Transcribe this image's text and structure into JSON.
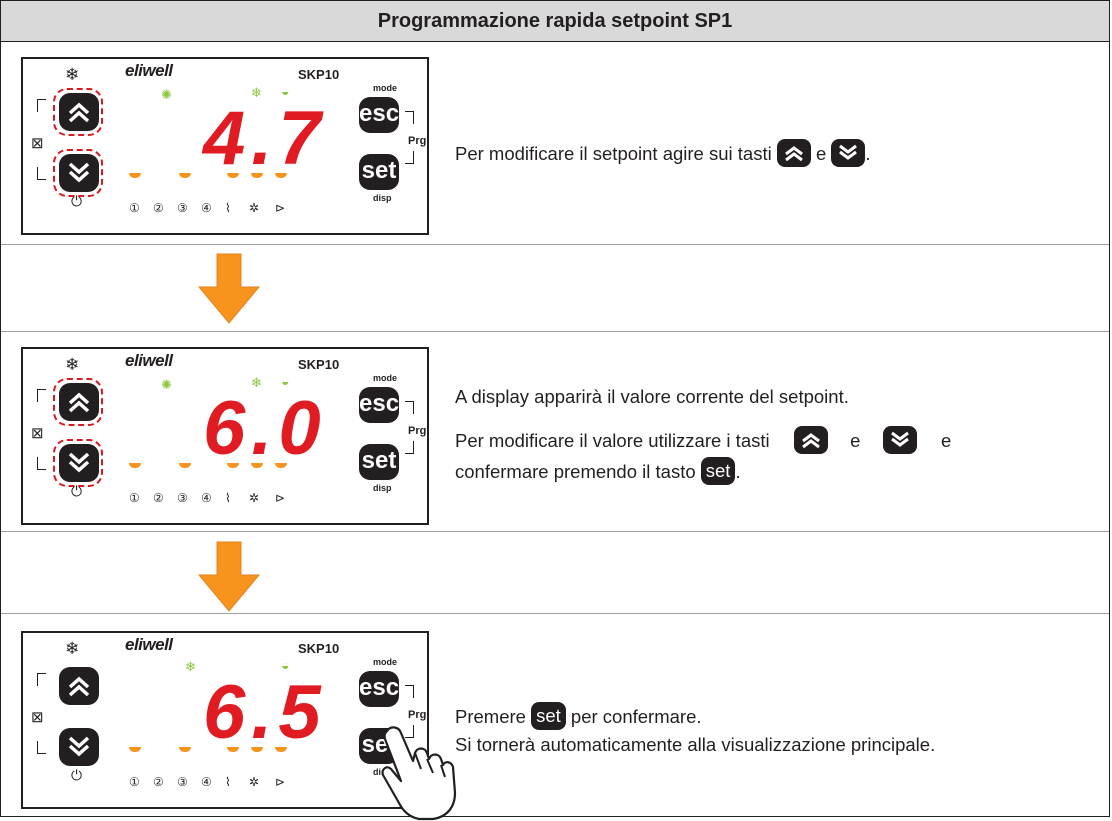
{
  "title": "Programmazione rapida setpoint SP1",
  "device": {
    "brand": "eliwell",
    "model": "SKP10",
    "mode_label": "mode",
    "prg_label": "Prg",
    "disp_label": "disp",
    "esc_label": "esc",
    "set_label": "set",
    "bottom_icons": [
      "①",
      "②",
      "③",
      "④",
      "⌇",
      "✲",
      "⊳"
    ]
  },
  "steps": [
    {
      "display_value": "4.7",
      "text": [
        "Per modificare il setpoint agire sui tasti",
        "e",
        "."
      ]
    },
    {
      "display_value": "6.0",
      "text": [
        "A display apparirà il valore corrente del setpoint.",
        "Per modificare il valore utilizzare i tasti",
        "e",
        "e",
        "confermare premendo il tasto",
        "set",
        "."
      ]
    },
    {
      "display_value": "6.5",
      "text": [
        "Premere",
        "set",
        "per confermare.",
        "Si tornerà automaticamente alla visualizzazione principale."
      ]
    }
  ],
  "colors": {
    "display": "#e11b22",
    "led": "#f7941d",
    "status_green": "#8dc63f",
    "highlight": "#d71920",
    "arrow": "#f7941d",
    "header_bg": "#d9d9d9"
  },
  "icons": [
    "snowflake-drip-icon",
    "sun-icon",
    "snowflake-icon",
    "pot-icon",
    "chevron-up-icon",
    "chevron-down-icon",
    "power-icon",
    "heater-icon",
    "fan-icon",
    "compressor-icon",
    "hand-pointer-icon",
    "down-arrow-icon"
  ]
}
